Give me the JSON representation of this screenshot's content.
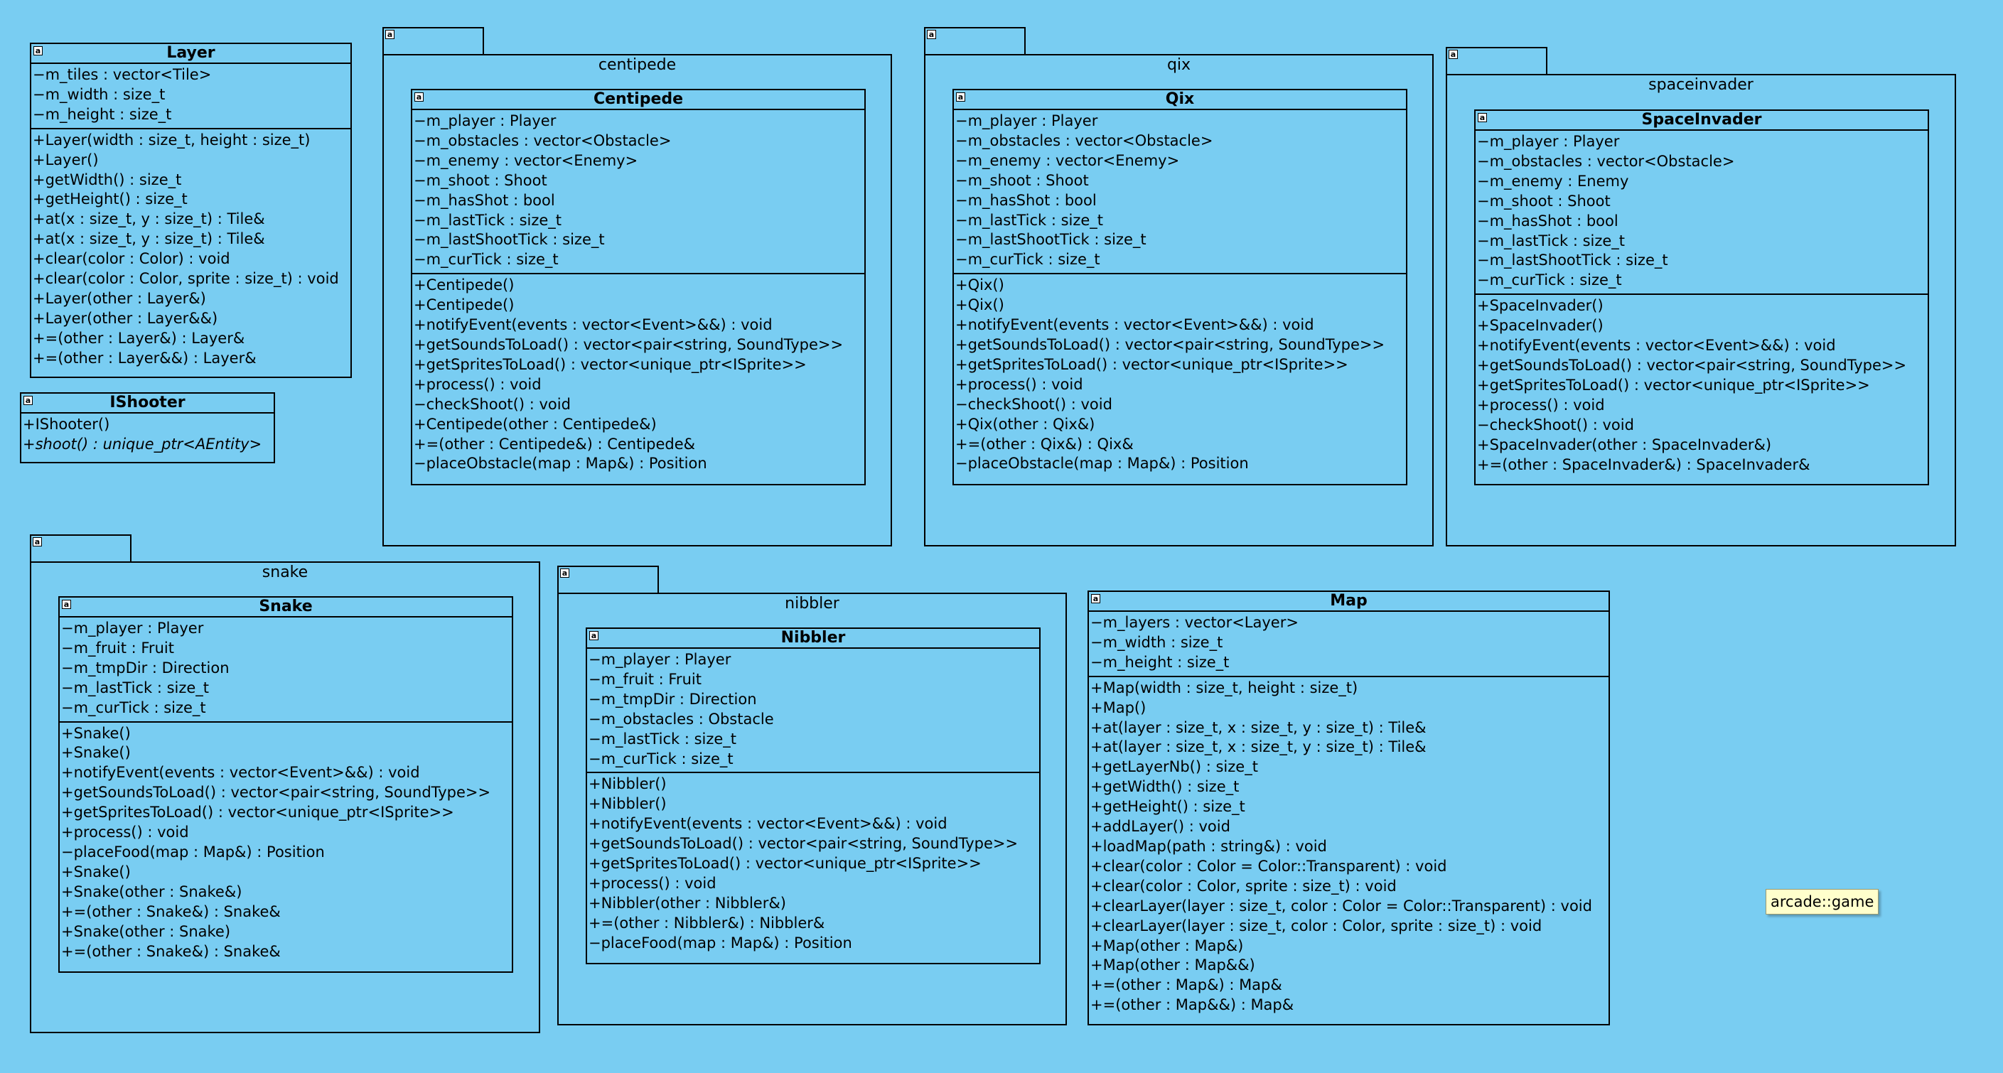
{
  "icon_glyph": "a",
  "note": {
    "text": "arcade::game"
  },
  "classes": {
    "layer": {
      "name": "Layer",
      "attributes": [
        "−m_tiles : vector<Tile>",
        "−m_width : size_t",
        "−m_height : size_t"
      ],
      "operations": [
        "+Layer(width : size_t, height : size_t)",
        "+Layer()",
        "+getWidth() : size_t",
        "+getHeight() : size_t",
        "+at(x : size_t, y : size_t) : Tile&",
        "+at(x : size_t, y : size_t) : Tile&",
        "+clear(color : Color) : void",
        "+clear(color : Color, sprite : size_t) : void",
        "+Layer(other : Layer&)",
        "+Layer(other : Layer&&)",
        "+=(other : Layer&) : Layer&",
        "+=(other : Layer&&) : Layer&"
      ]
    },
    "ishooter": {
      "name": "IShooter",
      "operations": [
        "+IShooter()"
      ],
      "abstract_operations": [
        "+shoot() : unique_ptr<AEntity>"
      ]
    },
    "centipede": {
      "package": "centipede",
      "name": "Centipede",
      "attributes": [
        "−m_player : Player",
        "−m_obstacles : vector<Obstacle>",
        "−m_enemy : vector<Enemy>",
        "−m_shoot : Shoot",
        "−m_hasShot : bool",
        "−m_lastTick : size_t",
        "−m_lastShootTick : size_t",
        "−m_curTick : size_t"
      ],
      "operations": [
        "+Centipede()",
        "+Centipede()",
        "+notifyEvent(events : vector<Event>&&) : void",
        "+getSoundsToLoad() : vector<pair<string, SoundType>>",
        "+getSpritesToLoad() : vector<unique_ptr<ISprite>>",
        "+process() : void",
        "−checkShoot() : void",
        "+Centipede(other : Centipede&)",
        "+=(other : Centipede&) : Centipede&",
        "−placeObstacle(map : Map&) : Position"
      ]
    },
    "qix": {
      "package": "qix",
      "name": "Qix",
      "attributes": [
        "−m_player : Player",
        "−m_obstacles : vector<Obstacle>",
        "−m_enemy : vector<Enemy>",
        "−m_shoot : Shoot",
        "−m_hasShot : bool",
        "−m_lastTick : size_t",
        "−m_lastShootTick : size_t",
        "−m_curTick : size_t"
      ],
      "operations": [
        "+Qix()",
        "+Qix()",
        "+notifyEvent(events : vector<Event>&&) : void",
        "+getSoundsToLoad() : vector<pair<string, SoundType>>",
        "+getSpritesToLoad() : vector<unique_ptr<ISprite>>",
        "+process() : void",
        "−checkShoot() : void",
        "+Qix(other : Qix&)",
        "+=(other : Qix&) : Qix&",
        "−placeObstacle(map : Map&) : Position"
      ]
    },
    "spaceinvader": {
      "package": "spaceinvader",
      "name": "SpaceInvader",
      "attributes": [
        "−m_player : Player",
        "−m_obstacles : vector<Obstacle>",
        "−m_enemy : Enemy",
        "−m_shoot : Shoot",
        "−m_hasShot : bool",
        "−m_lastTick : size_t",
        "−m_lastShootTick : size_t",
        "−m_curTick : size_t"
      ],
      "operations": [
        "+SpaceInvader()",
        "+SpaceInvader()",
        "+notifyEvent(events : vector<Event>&&) : void",
        "+getSoundsToLoad() : vector<pair<string, SoundType>>",
        "+getSpritesToLoad() : vector<unique_ptr<ISprite>>",
        "+process() : void",
        "−checkShoot() : void",
        "+SpaceInvader(other : SpaceInvader&)",
        "+=(other : SpaceInvader&) : SpaceInvader&"
      ]
    },
    "snake": {
      "package": "snake",
      "name": "Snake",
      "attributes": [
        "−m_player : Player",
        "−m_fruit : Fruit",
        "−m_tmpDir : Direction",
        "−m_lastTick : size_t",
        "−m_curTick : size_t"
      ],
      "operations": [
        "+Snake()",
        "+Snake()",
        "+notifyEvent(events : vector<Event>&&) : void",
        "+getSoundsToLoad() : vector<pair<string, SoundType>>",
        "+getSpritesToLoad() : vector<unique_ptr<ISprite>>",
        "+process() : void",
        "−placeFood(map : Map&) : Position",
        "+Snake()",
        "+Snake(other : Snake&)",
        "+=(other : Snake&) : Snake&",
        "+Snake(other : Snake)",
        "+=(other : Snake&) : Snake&"
      ]
    },
    "nibbler": {
      "package": "nibbler",
      "name": "Nibbler",
      "attributes": [
        "−m_player : Player",
        "−m_fruit : Fruit",
        "−m_tmpDir : Direction",
        "−m_obstacles : Obstacle",
        "−m_lastTick : size_t",
        "−m_curTick : size_t"
      ],
      "operations": [
        "+Nibbler()",
        "+Nibbler()",
        "+notifyEvent(events : vector<Event>&&) : void",
        "+getSoundsToLoad() : vector<pair<string, SoundType>>",
        "+getSpritesToLoad() : vector<unique_ptr<ISprite>>",
        "+process() : void",
        "+Nibbler(other : Nibbler&)",
        "+=(other : Nibbler&) : Nibbler&",
        "−placeFood(map : Map&) : Position"
      ]
    },
    "map": {
      "name": "Map",
      "attributes": [
        "−m_layers : vector<Layer>",
        "−m_width : size_t",
        "−m_height : size_t"
      ],
      "operations": [
        "+Map(width : size_t, height : size_t)",
        "+Map()",
        "+at(layer : size_t, x : size_t, y : size_t) : Tile&",
        "+at(layer : size_t, x : size_t, y : size_t) : Tile&",
        "+getLayerNb() : size_t",
        "+getWidth() : size_t",
        "+getHeight() : size_t",
        "+addLayer() : void",
        "+loadMap(path : string&) : void",
        "+clear(color : Color = Color::Transparent) : void",
        "+clear(color : Color, sprite : size_t) : void",
        "+clearLayer(layer : size_t, color : Color = Color::Transparent) : void",
        "+clearLayer(layer : size_t, color : Color, sprite : size_t) : void",
        "+Map(other : Map&)",
        "+Map(other : Map&&)",
        "+=(other : Map&) : Map&",
        "+=(other : Map&&) : Map&"
      ]
    }
  }
}
